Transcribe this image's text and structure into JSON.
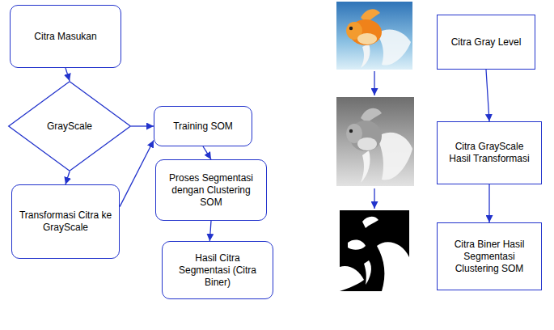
{
  "diagram": {
    "nodes": [
      {
        "text": [
          "Citra Masukan"
        ]
      },
      {
        "text": [
          "GrayScale"
        ]
      },
      {
        "text": [
          "Transformasi Citra ke GrayScale"
        ]
      },
      {
        "text": [
          "Training SOM"
        ]
      },
      {
        "text": [
          "Proses Segmentasi dengan Clustering SOM"
        ]
      },
      {
        "text": [
          "Hasil Citra Segmentasi (Citra Biner)"
        ]
      },
      {
        "text": [
          "Citra Gray Level"
        ]
      },
      {
        "text": [
          "Citra GrayScale Hasil Transformasi"
        ]
      },
      {
        "text": [
          "Citra Biner Hasil Segmentasi Clustering SOM"
        ]
      }
    ],
    "edges": [
      {
        "from": 0,
        "to": 1,
        "arrow": "to"
      },
      {
        "from": 1,
        "to": 2,
        "arrow": "to"
      },
      {
        "from": 1,
        "to": 3,
        "arrow": "to"
      },
      {
        "from": 2,
        "to": 3,
        "arrow": "to"
      },
      {
        "from": 3,
        "to": 4,
        "arrow": "to"
      },
      {
        "from": 4,
        "to": 5,
        "arrow": "to"
      },
      {
        "from": 6,
        "to": 7,
        "arrow": "to"
      },
      {
        "from": 7,
        "to": 8,
        "arrow": "to"
      }
    ]
  }
}
